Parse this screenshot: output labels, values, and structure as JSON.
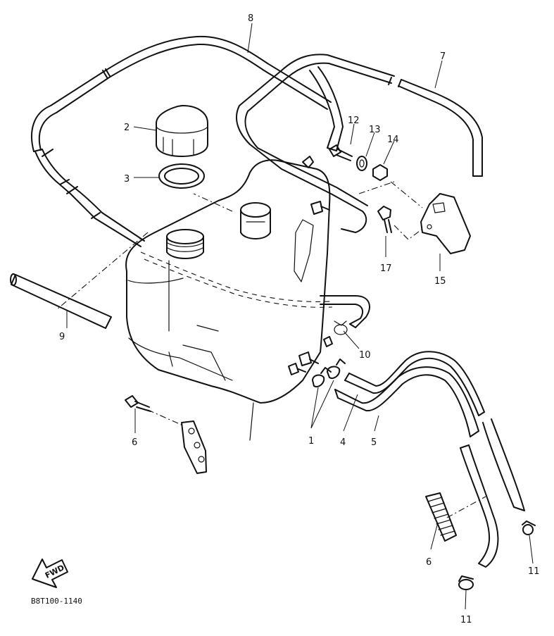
{
  "diagram": {
    "callouts": [
      {
        "id": "c8",
        "text": "8"
      },
      {
        "id": "c7",
        "text": "7"
      },
      {
        "id": "c2",
        "text": "2"
      },
      {
        "id": "c3",
        "text": "3"
      },
      {
        "id": "c12",
        "text": "12"
      },
      {
        "id": "c13",
        "text": "13"
      },
      {
        "id": "c14",
        "text": "14"
      },
      {
        "id": "c17",
        "text": "17"
      },
      {
        "id": "c15",
        "text": "15"
      },
      {
        "id": "c9",
        "text": "9"
      },
      {
        "id": "c10",
        "text": "10"
      },
      {
        "id": "c6a",
        "text": "6"
      },
      {
        "id": "c1",
        "text": "1"
      },
      {
        "id": "c4",
        "text": "4"
      },
      {
        "id": "c5",
        "text": "5"
      },
      {
        "id": "c6b",
        "text": "6"
      },
      {
        "id": "c11a",
        "text": "11"
      },
      {
        "id": "c11b",
        "text": "11"
      }
    ],
    "fwd_label": "FWD",
    "drawing_code": "B8T100-1140"
  }
}
